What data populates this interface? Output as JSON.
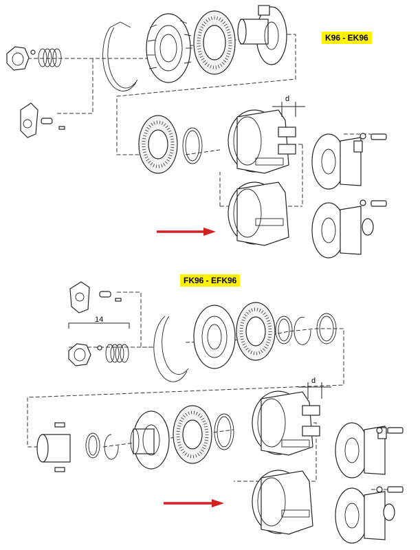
{
  "top_section": {
    "model_label": "K96 - EK96",
    "dimension_label": "d"
  },
  "bottom_section": {
    "model_label": "FK96 - EFK96",
    "dimension_label": "d",
    "group_callout": "14"
  },
  "colors": {
    "label_background": "#fff200",
    "arrow": "#d42020",
    "line": "#222222"
  }
}
